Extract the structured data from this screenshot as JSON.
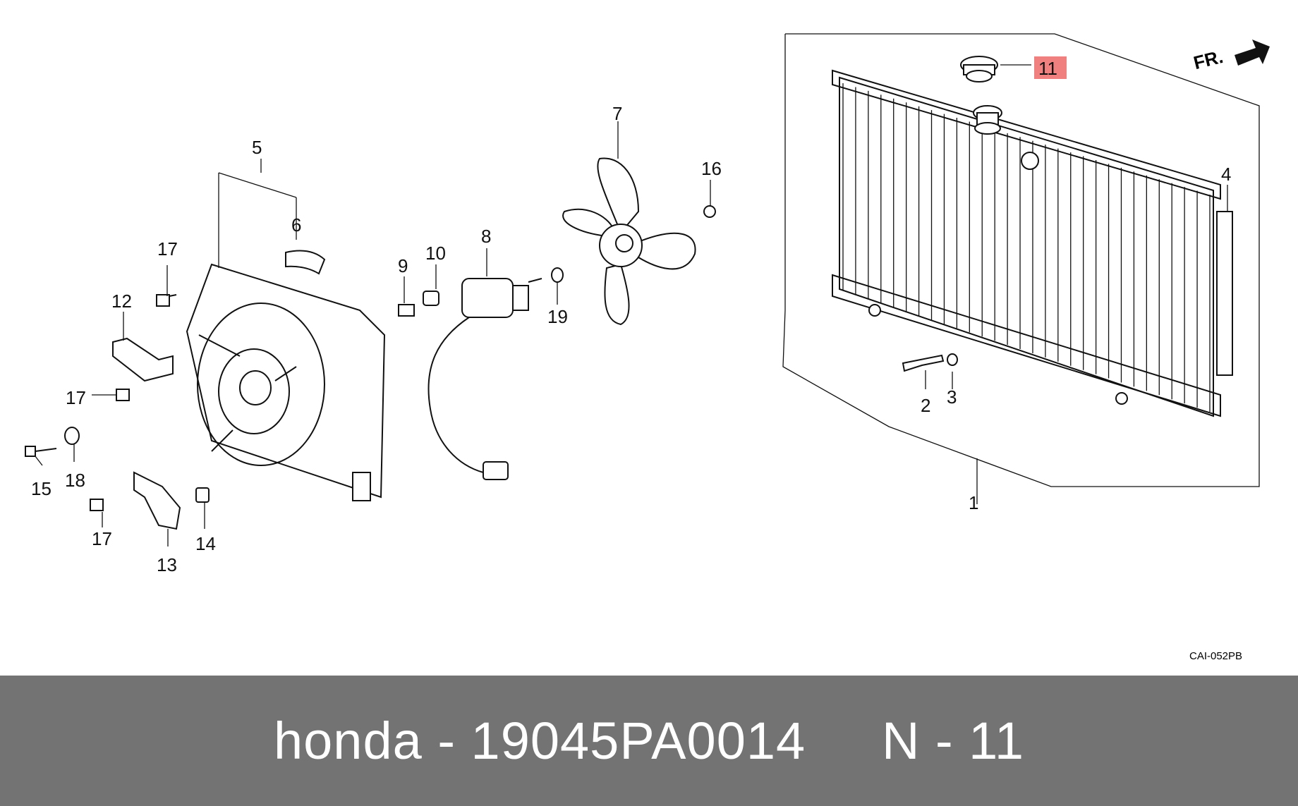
{
  "diagram": {
    "direction_label": "FR.",
    "drawing_code": "CAI-052PB",
    "highlight_color": "#f08080",
    "callouts": [
      {
        "id": "c1",
        "label": "1"
      },
      {
        "id": "c2",
        "label": "2"
      },
      {
        "id": "c3",
        "label": "3"
      },
      {
        "id": "c4",
        "label": "4"
      },
      {
        "id": "c5",
        "label": "5"
      },
      {
        "id": "c6",
        "label": "6"
      },
      {
        "id": "c7",
        "label": "7"
      },
      {
        "id": "c8",
        "label": "8"
      },
      {
        "id": "c9",
        "label": "9"
      },
      {
        "id": "c10",
        "label": "10"
      },
      {
        "id": "c11",
        "label": "11",
        "highlighted": true
      },
      {
        "id": "c12",
        "label": "12"
      },
      {
        "id": "c13",
        "label": "13"
      },
      {
        "id": "c14",
        "label": "14"
      },
      {
        "id": "c15",
        "label": "15"
      },
      {
        "id": "c16",
        "label": "16"
      },
      {
        "id": "c17a",
        "label": "17"
      },
      {
        "id": "c17b",
        "label": "17"
      },
      {
        "id": "c17c",
        "label": "17"
      },
      {
        "id": "c18",
        "label": "18"
      },
      {
        "id": "c19",
        "label": "19"
      }
    ]
  },
  "footer": {
    "text": "honda - 19045PA0014     N - 11"
  }
}
